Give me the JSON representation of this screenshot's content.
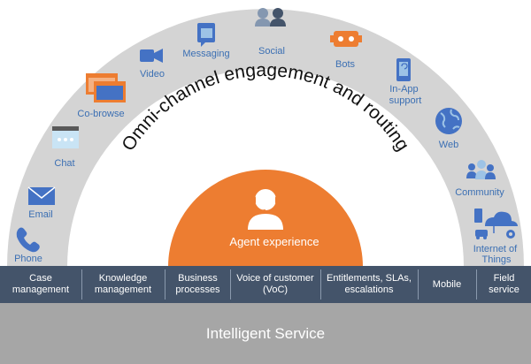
{
  "channels": [
    {
      "id": "phone",
      "label": "Phone",
      "icon": "phone-icon"
    },
    {
      "id": "email",
      "label": "Email",
      "icon": "email-icon"
    },
    {
      "id": "chat",
      "label": "Chat",
      "icon": "chat-icon"
    },
    {
      "id": "cobrowse",
      "label": "Co-browse",
      "icon": "co-browse-icon"
    },
    {
      "id": "video",
      "label": "Video",
      "icon": "video-camera-icon"
    },
    {
      "id": "messaging",
      "label": "Messaging",
      "icon": "messaging-icon"
    },
    {
      "id": "social",
      "label": "Social",
      "icon": "social-people-icon"
    },
    {
      "id": "bots",
      "label": "Bots",
      "icon": "bot-icon"
    },
    {
      "id": "inapp",
      "label": "In-App support",
      "icon": "mobile-app-icon"
    },
    {
      "id": "web",
      "label": "Web",
      "icon": "globe-icon"
    },
    {
      "id": "community",
      "label": "Community",
      "icon": "community-icon"
    },
    {
      "id": "iot",
      "label": "Internet of Things",
      "icon": "iot-devices-icon"
    }
  ],
  "arc_title": "Omni-channel engagement  and routing",
  "agent": {
    "label": "Agent experience",
    "icon": "agent-headset-icon"
  },
  "capabilities": [
    {
      "label": "Case management"
    },
    {
      "label": "Knowledge management"
    },
    {
      "label": "Business processes"
    },
    {
      "label": "Voice of customer (VoC)"
    },
    {
      "label": "Entitlements, SLAs, escalations"
    },
    {
      "label": "Mobile"
    },
    {
      "label": "Field service"
    }
  ],
  "footer": {
    "label": "Intelligent Service"
  },
  "colors": {
    "outer_arc": "#d4d4d4",
    "accent_orange": "#ed7d31",
    "bar_navy": "#44546a",
    "footer_gray": "#a6a6a6",
    "label_blue": "#3b6fb3",
    "icon_blue": "#4472c4"
  }
}
